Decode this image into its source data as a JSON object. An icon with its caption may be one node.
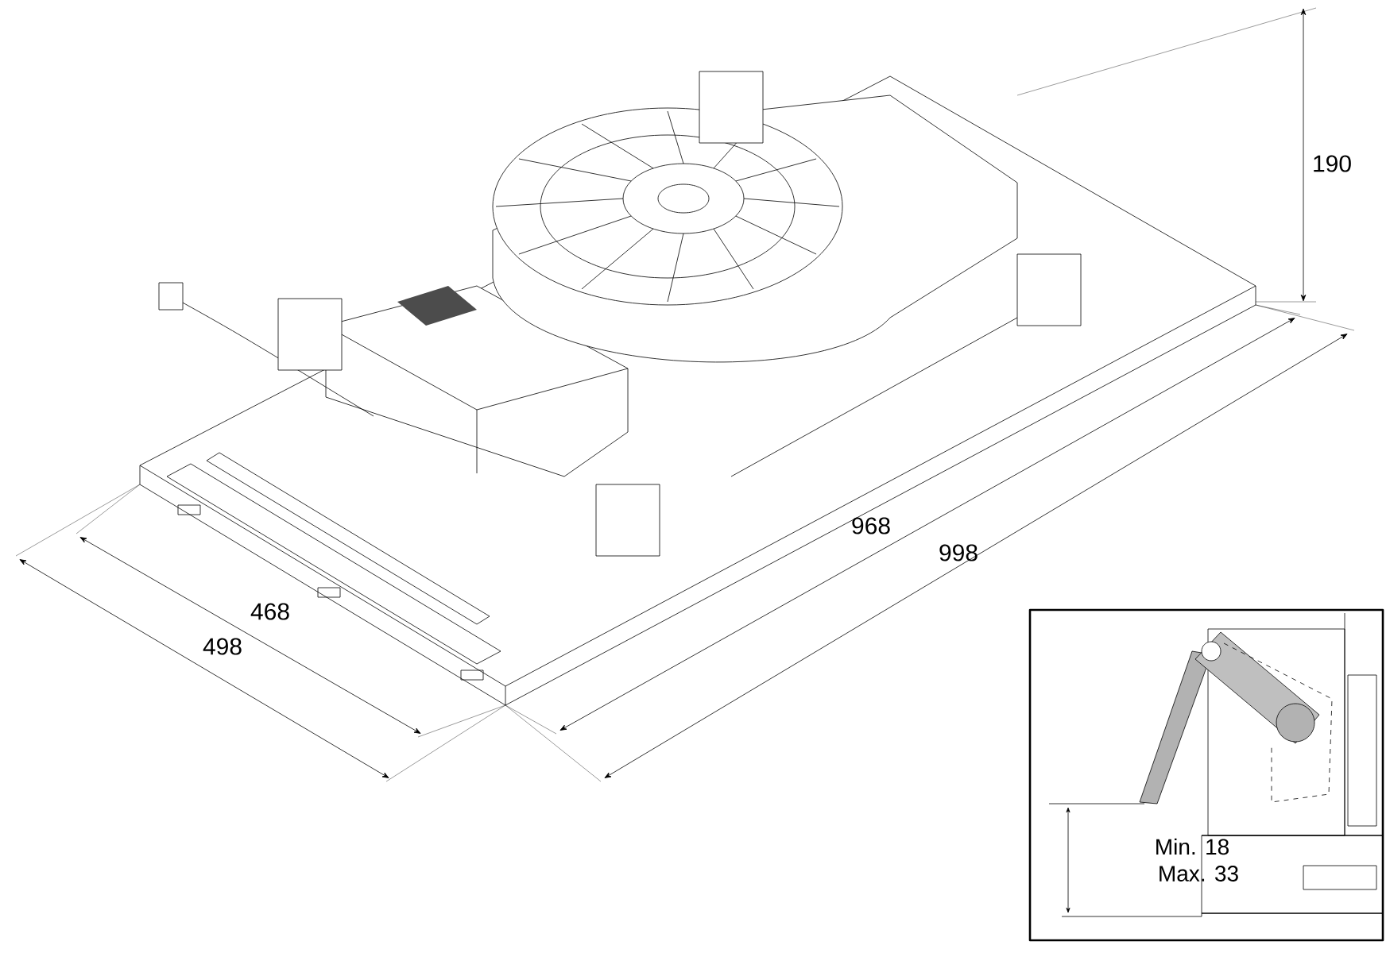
{
  "diagram": {
    "labels": [
      "190",
      "968",
      "998",
      "468",
      "498",
      "Min. 18",
      "Max. 33"
    ]
  }
}
